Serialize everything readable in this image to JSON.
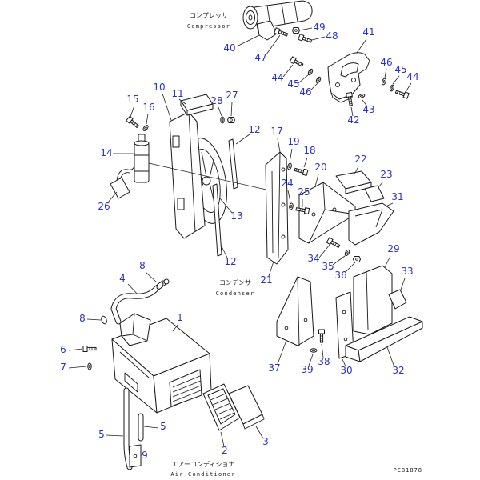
{
  "drawing_code": "PEB1878",
  "labels": {
    "compressor_ja": "コンプレッサ",
    "compressor_en": "Compressor",
    "condenser_ja": "コンデンサ",
    "condenser_en": "Condenser",
    "air_conditioner_ja": "エアーコンディショナ",
    "air_conditioner_en": "Air Conditioner"
  },
  "callouts": [
    "40",
    "47",
    "49",
    "48",
    "41",
    "46",
    "45",
    "44",
    "44",
    "45",
    "46",
    "43",
    "42",
    "11",
    "10",
    "28",
    "27",
    "15",
    "16",
    "14",
    "26",
    "12",
    "13",
    "12",
    "17",
    "19",
    "18",
    "20",
    "24",
    "25",
    "22",
    "23",
    "31",
    "21",
    "34",
    "35",
    "36",
    "29",
    "33",
    "8",
    "4",
    "8",
    "1",
    "6",
    "7",
    "37",
    "39",
    "38",
    "30",
    "32",
    "5",
    "5",
    "2",
    "3",
    "9"
  ],
  "colors": {
    "callout": "#2b33c6",
    "line": "#1a1a1a",
    "background": "#ffffff"
  }
}
